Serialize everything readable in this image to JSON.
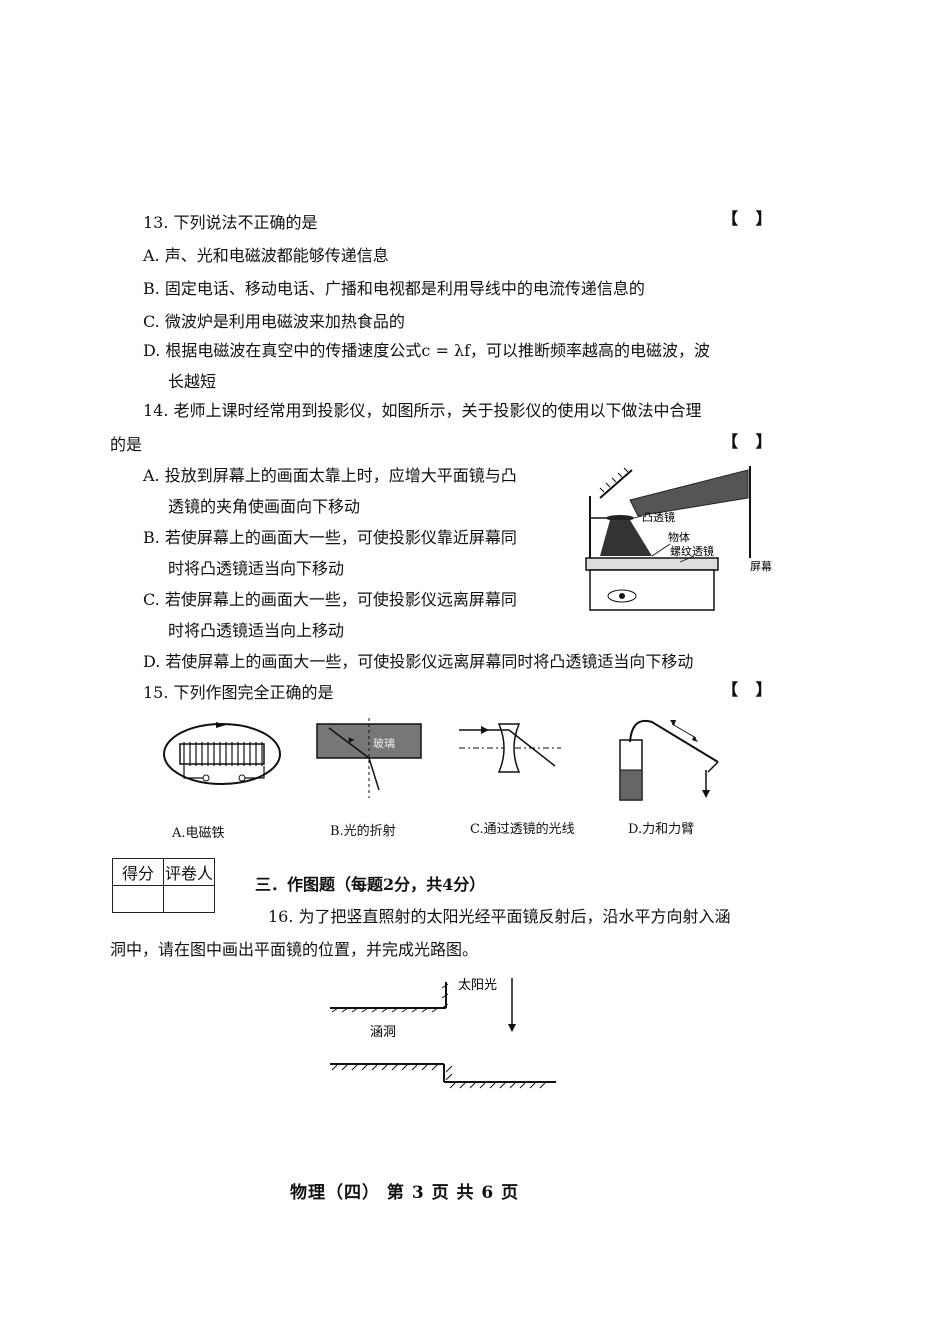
{
  "q13": {
    "stem": "13. 下列说法不正确的是",
    "bracket": "【 】",
    "options": [
      "A. 声、光和电磁波都能够传递信息",
      "B. 固定电话、移动电话、广播和电视都是利用导线中的电流传递信息的",
      "C. 微波炉是利用电磁波来加热食品的",
      "D. 根据电磁波在真空中的传播速度公式c = λf，可以推断频率越高的电磁波，波",
      "长越短"
    ]
  },
  "q14": {
    "stem_line1": "14. 老师上课时经常用到投影仪，如图所示，关于投影仪的使用以下做法中合理",
    "stem_line2": "的是",
    "bracket": "【 】",
    "options": [
      "A. 投放到屏幕上的画面太靠上时，应增大平面镜与凸",
      "透镜的夹角使画面向下移动",
      "B. 若使屏幕上的画面大一些，可使投影仪靠近屏幕同",
      "时将凸透镜适当向下移动",
      "C. 若使屏幕上的画面大一些，可使投影仪远离屏幕同",
      "时将凸透镜适当向上移动",
      "D. 若使屏幕上的画面大一些，可使投影仪远离屏幕同时将凸透镜适当向下移动"
    ],
    "figure_labels": {
      "convex_lens": "凸透镜",
      "object": "物体",
      "fresnel_lens": "螺纹透镜",
      "screen": "屏幕"
    }
  },
  "q15": {
    "stem": "15. 下列作图完全正确的是",
    "bracket": "【 】",
    "figure_text_b": "玻璃",
    "captions": [
      "A.电磁铁",
      "B.光的折射",
      "C.通过透镜的光线",
      "D.力和力臂"
    ]
  },
  "score_box": {
    "score": "得分",
    "grader": "评卷人"
  },
  "section3": {
    "title": "三．作图题（每题2分，共4分）"
  },
  "q16": {
    "line1": "16. 为了把竖直照射的太阳光经平面镜反射后，沿水平方向射入涵",
    "line2": "洞中，请在图中画出平面镜的位置，并完成光路图。",
    "sunlight_label": "太阳光",
    "culvert_label": "涵洞"
  },
  "footer": "物理（四）  第 3 页 共 6 页"
}
